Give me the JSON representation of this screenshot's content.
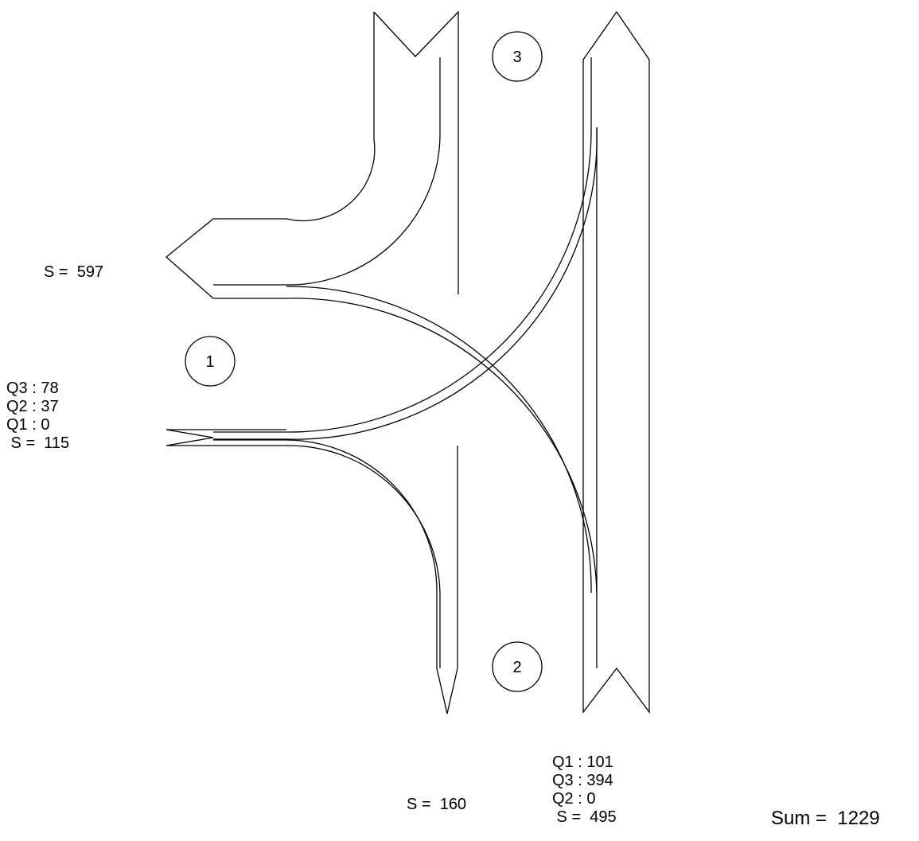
{
  "diagram": {
    "line_color": "#000000",
    "background": "#ffffff",
    "nodes": [
      {
        "id": "1",
        "label": "1"
      },
      {
        "id": "2",
        "label": "2"
      },
      {
        "id": "3",
        "label": "3"
      }
    ],
    "labels": {
      "s_west_out": "S =  597",
      "west_in_q3": "Q3 : 78",
      "west_in_q2": "Q2 : 37",
      "west_in_q1": "Q1 : 0",
      "west_in_s": " S =  115",
      "s_south_out": "S =  160",
      "south_in_q1": "Q1 : 101",
      "south_in_q3": "Q3 : 394",
      "south_in_q2": "Q2 : 0",
      "south_in_s": " S =  495",
      "sum": "Sum =  1229"
    }
  }
}
